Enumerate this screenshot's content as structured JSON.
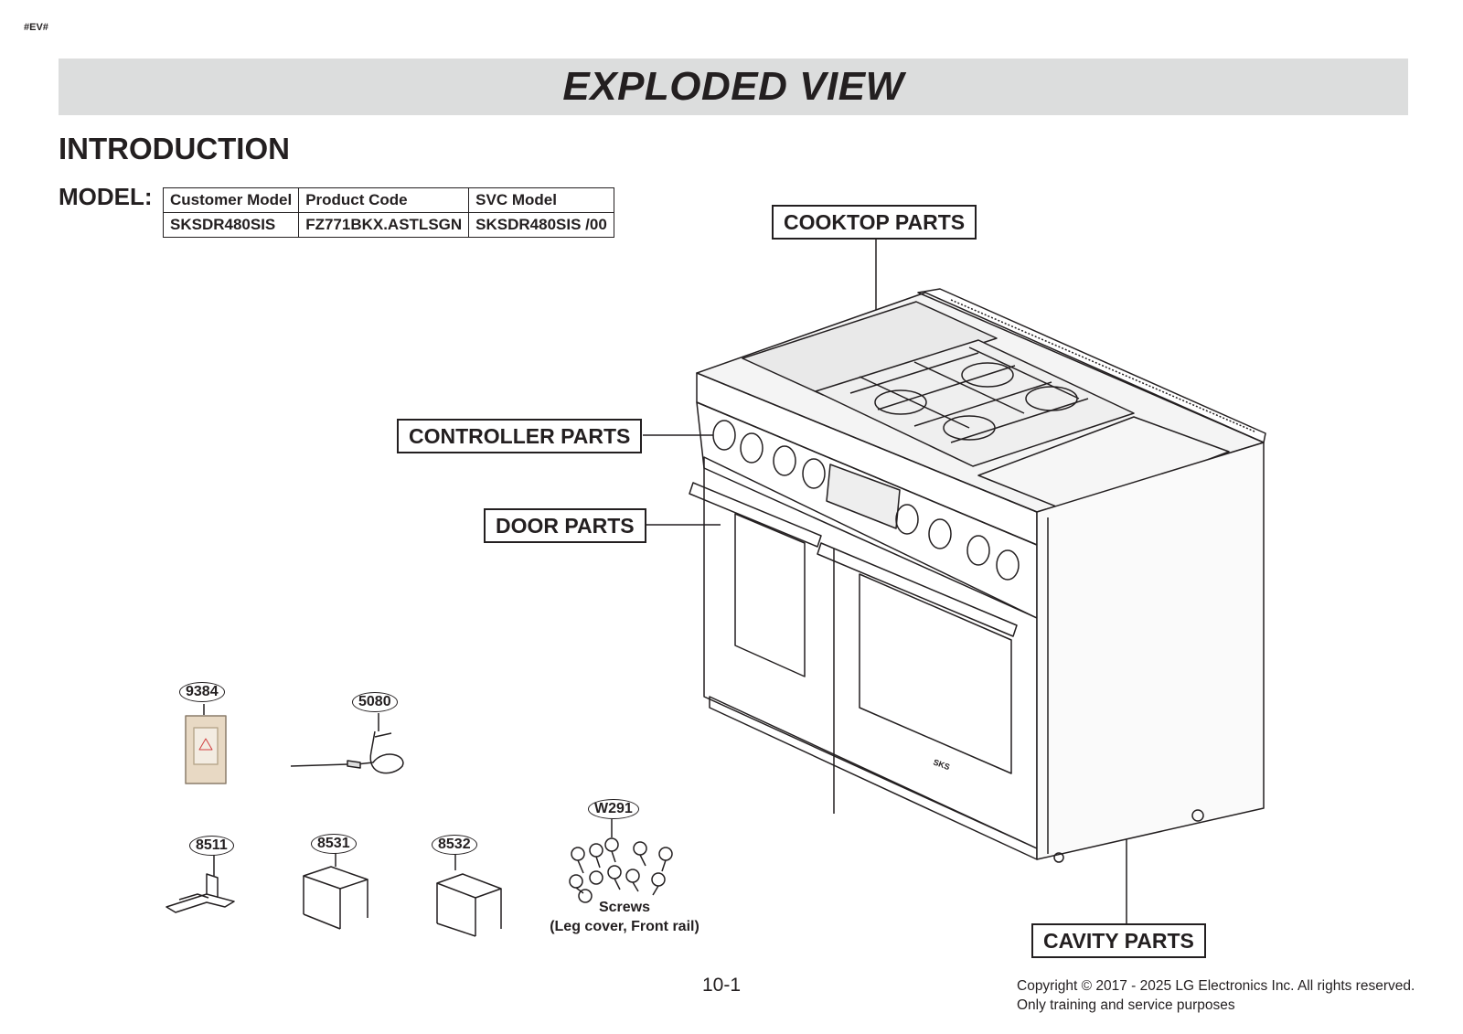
{
  "page_tag": "#EV#",
  "header": {
    "title": "EXPLODED VIEW"
  },
  "section_title": "INTRODUCTION",
  "model": {
    "label": "MODEL:",
    "headers": [
      "Customer Model",
      "Product Code",
      "SVC Model"
    ],
    "row": [
      "SKSDR480SIS",
      "FZ771BKX.ASTLSGN",
      "SKSDR480SIS  /00"
    ]
  },
  "callouts": {
    "cooktop": "COOKTOP PARTS",
    "controller": "CONTROLLER  PARTS",
    "door": "DOOR PARTS",
    "cavity": "CAVITY PARTS"
  },
  "parts": {
    "p9384": "9384",
    "p5080": "5080",
    "p8511": "8511",
    "p8531": "8531",
    "p8532": "8532",
    "pW291": "W291"
  },
  "screws_caption": {
    "line1": "Screws",
    "line2": "(Leg cover, Front rail)"
  },
  "range_brand_mark": "SKS",
  "footer": {
    "page_number": "10-1",
    "copyright_line1": "Copyright © 2017 - 2025 LG Electronics Inc. All rights reserved.",
    "copyright_line2": "Only training and service purposes"
  }
}
